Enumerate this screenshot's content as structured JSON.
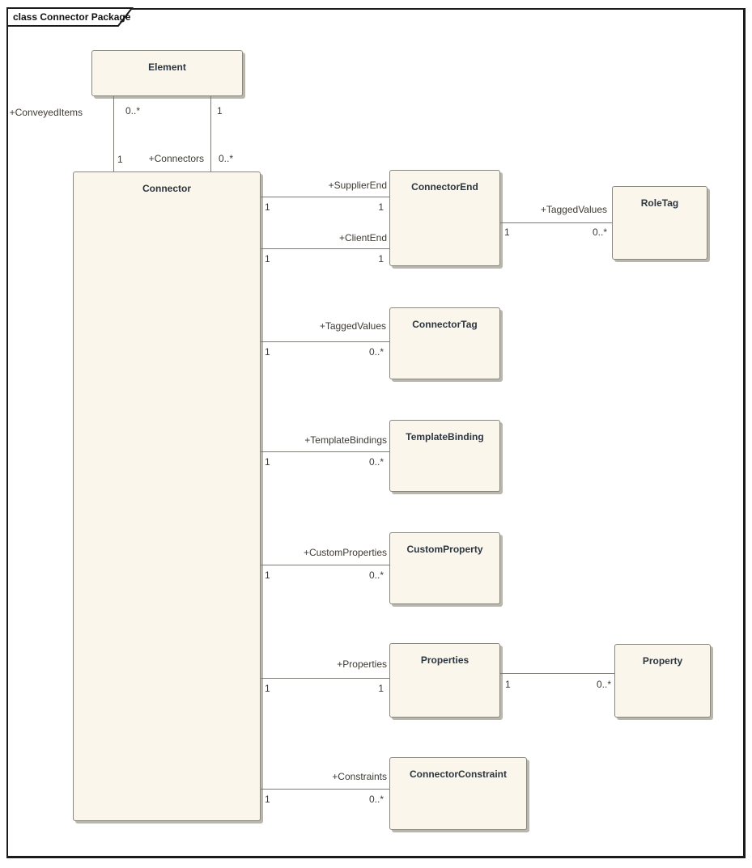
{
  "frame": {
    "title": "class Connector Package"
  },
  "classes": {
    "element": "Element",
    "connector": "Connector",
    "connector_end": "ConnectorEnd",
    "role_tag": "RoleTag",
    "connector_tag": "ConnectorTag",
    "template_binding": "TemplateBinding",
    "custom_property": "CustomProperty",
    "properties": "Properties",
    "property": "Property",
    "connector_constraint": "ConnectorConstraint"
  },
  "associations": {
    "conveyed_items": {
      "label": "+ConveyedItems",
      "mult_element": "0..*",
      "mult_connector": "1"
    },
    "connectors": {
      "label": "+Connectors",
      "mult_element": "1",
      "mult_connector": "0..*"
    },
    "supplier_end": {
      "label": "+SupplierEnd",
      "mult_source": "1",
      "mult_target": "1"
    },
    "client_end": {
      "label": "+ClientEnd",
      "mult_source": "1",
      "mult_target": "1"
    },
    "role_tagged_values": {
      "label": "+TaggedValues",
      "mult_source": "1",
      "mult_target": "0..*"
    },
    "connector_tagged_values": {
      "label": "+TaggedValues",
      "mult_source": "1",
      "mult_target": "0..*"
    },
    "template_bindings": {
      "label": "+TemplateBindings",
      "mult_source": "1",
      "mult_target": "0..*"
    },
    "custom_properties": {
      "label": "+CustomProperties",
      "mult_source": "1",
      "mult_target": "0..*"
    },
    "properties": {
      "label": "+Properties",
      "mult_source": "1",
      "mult_target": "1"
    },
    "property_items": {
      "mult_source": "1",
      "mult_target": "0..*"
    },
    "constraints": {
      "label": "+Constraints",
      "mult_source": "1",
      "mult_target": "0..*"
    }
  },
  "colors": {
    "box_fill": "#FBF6EC",
    "box_border": "#8A877E",
    "box_shadow": "#B9B6AE",
    "line": "#7B7B76",
    "frame_border": "#1B1B1B",
    "class_name_text": "#2B3640",
    "label_text": "#3E3A33"
  }
}
